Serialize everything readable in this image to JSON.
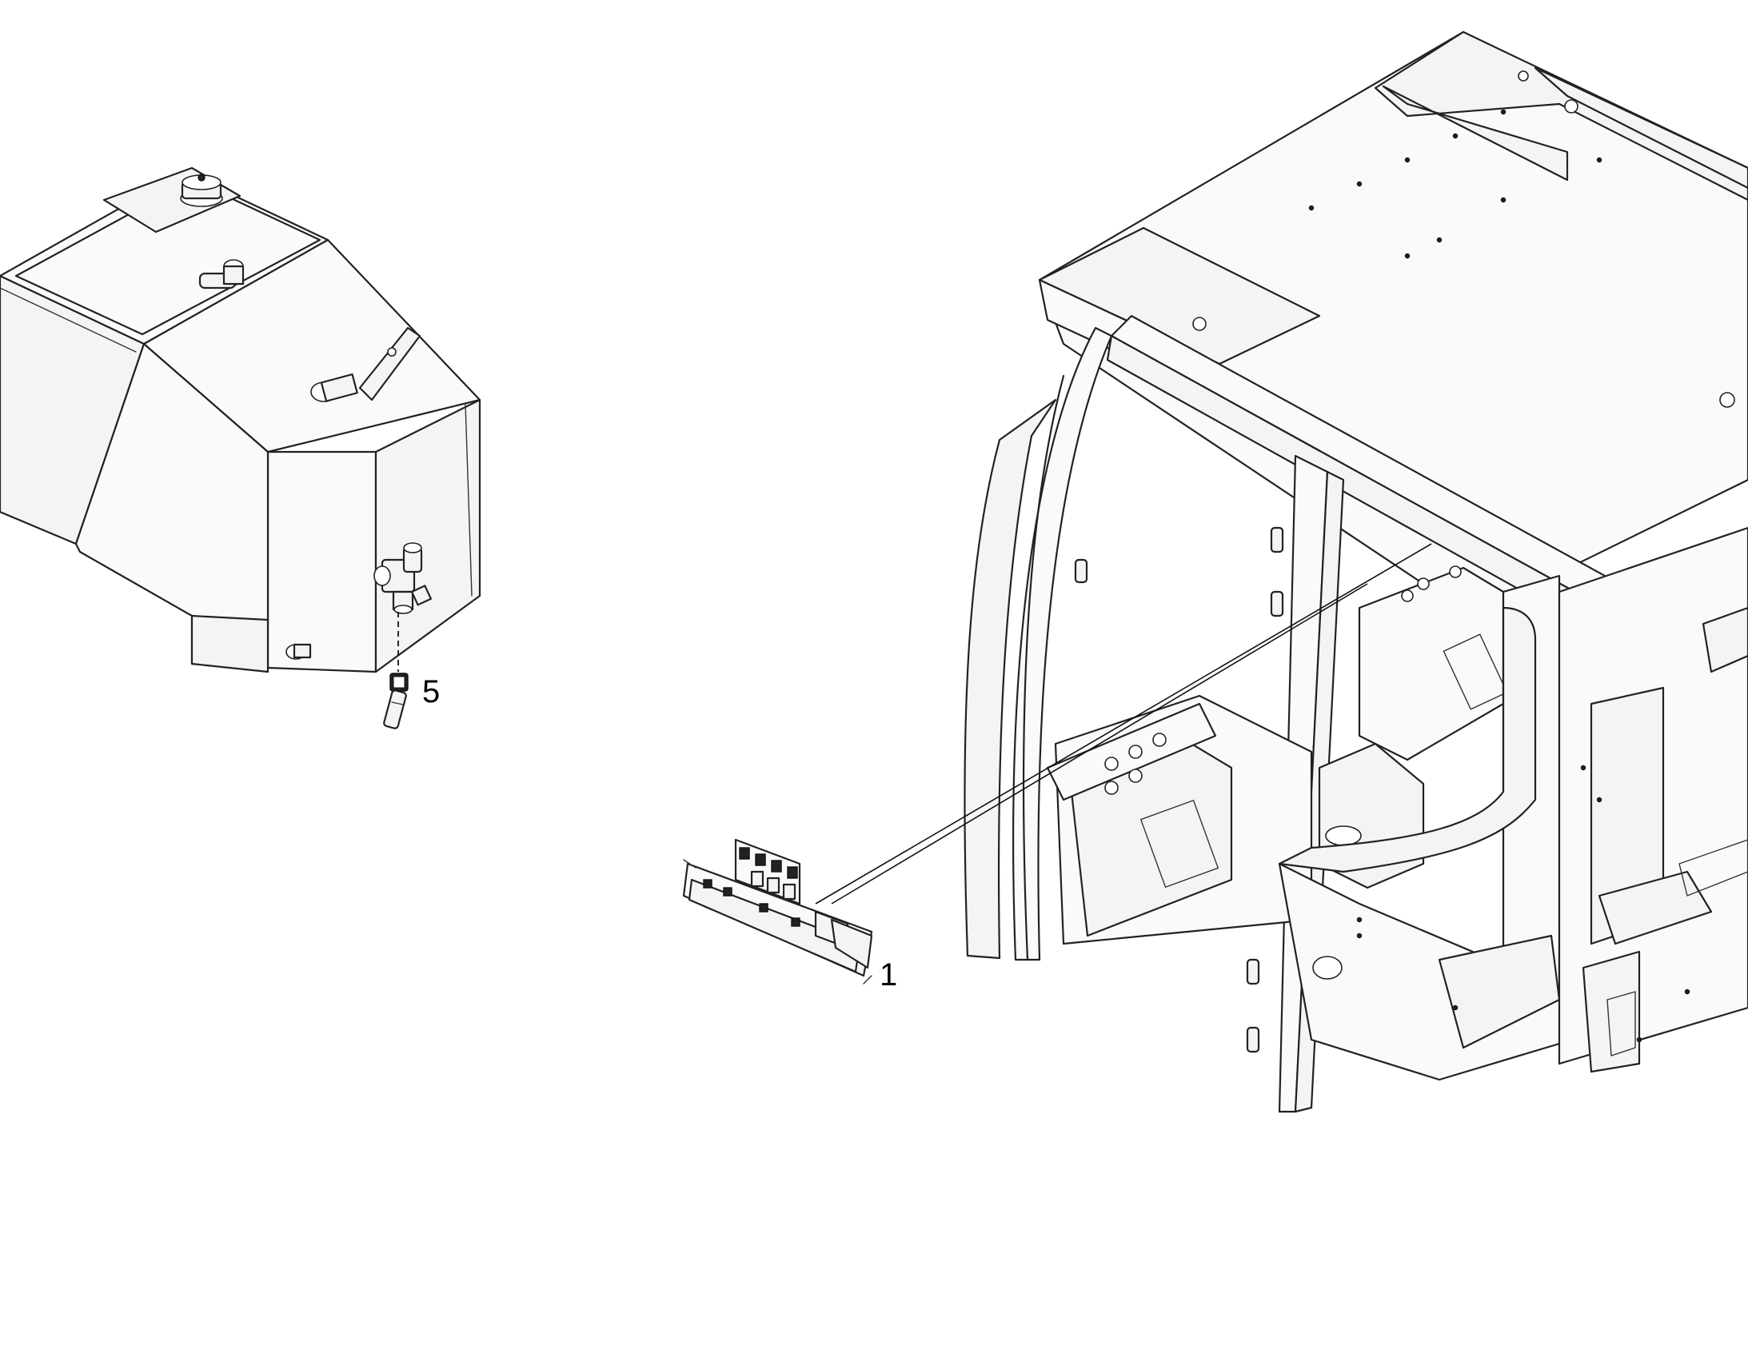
{
  "callouts": {
    "part_1": "1",
    "part_5": "5"
  },
  "icons": {
    "tank": "hydraulic-tank-assembly",
    "cab": "operator-cab-frame",
    "relay_module": "electrical-relay-module",
    "valve": "drain-valve-fitting"
  }
}
